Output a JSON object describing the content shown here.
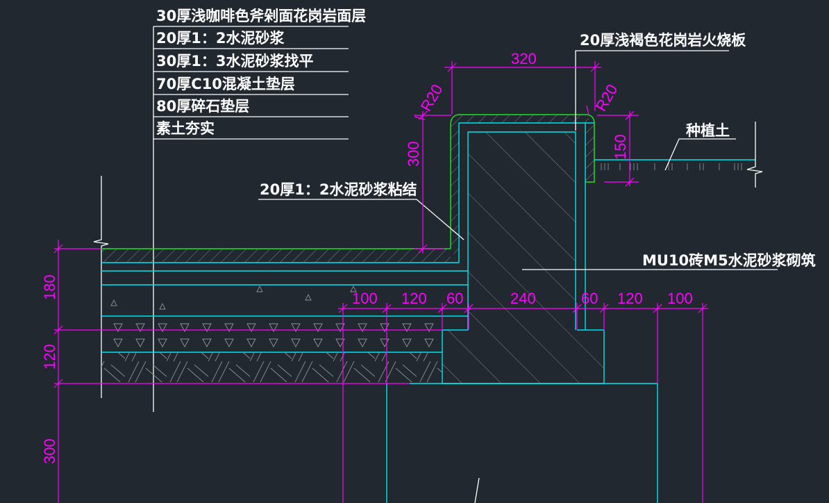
{
  "layer_labels": [
    "30厚浅咖啡色斧剁面花岗岩面层",
    "20厚1：2水泥砂浆",
    "30厚1：3水泥砂浆找平",
    "70厚C10混凝土垫层",
    "80厚碎石垫层",
    "素土夯实"
  ],
  "annotations": {
    "coping": "20厚浅褐色花岗岩火烧板",
    "bonding": "20厚1：2水泥砂浆粘结",
    "soil": "种植土",
    "masonry": "MU10砖M5水泥砂浆砌筑"
  },
  "dimensions": {
    "top_width": "320",
    "radius_left": "R20",
    "radius_right": "R20",
    "wall_height": "300",
    "soil_offset": "150",
    "left_180": "180",
    "left_120": "120",
    "left_300": "300",
    "bottom": [
      "100",
      "120",
      "60",
      "240",
      "60",
      "120",
      "100"
    ]
  },
  "colors": {
    "background": "#212830",
    "dimension": "#ff00ff",
    "outline": "#00e5ee",
    "finish": "#22dd22",
    "text": "#ffffff"
  }
}
